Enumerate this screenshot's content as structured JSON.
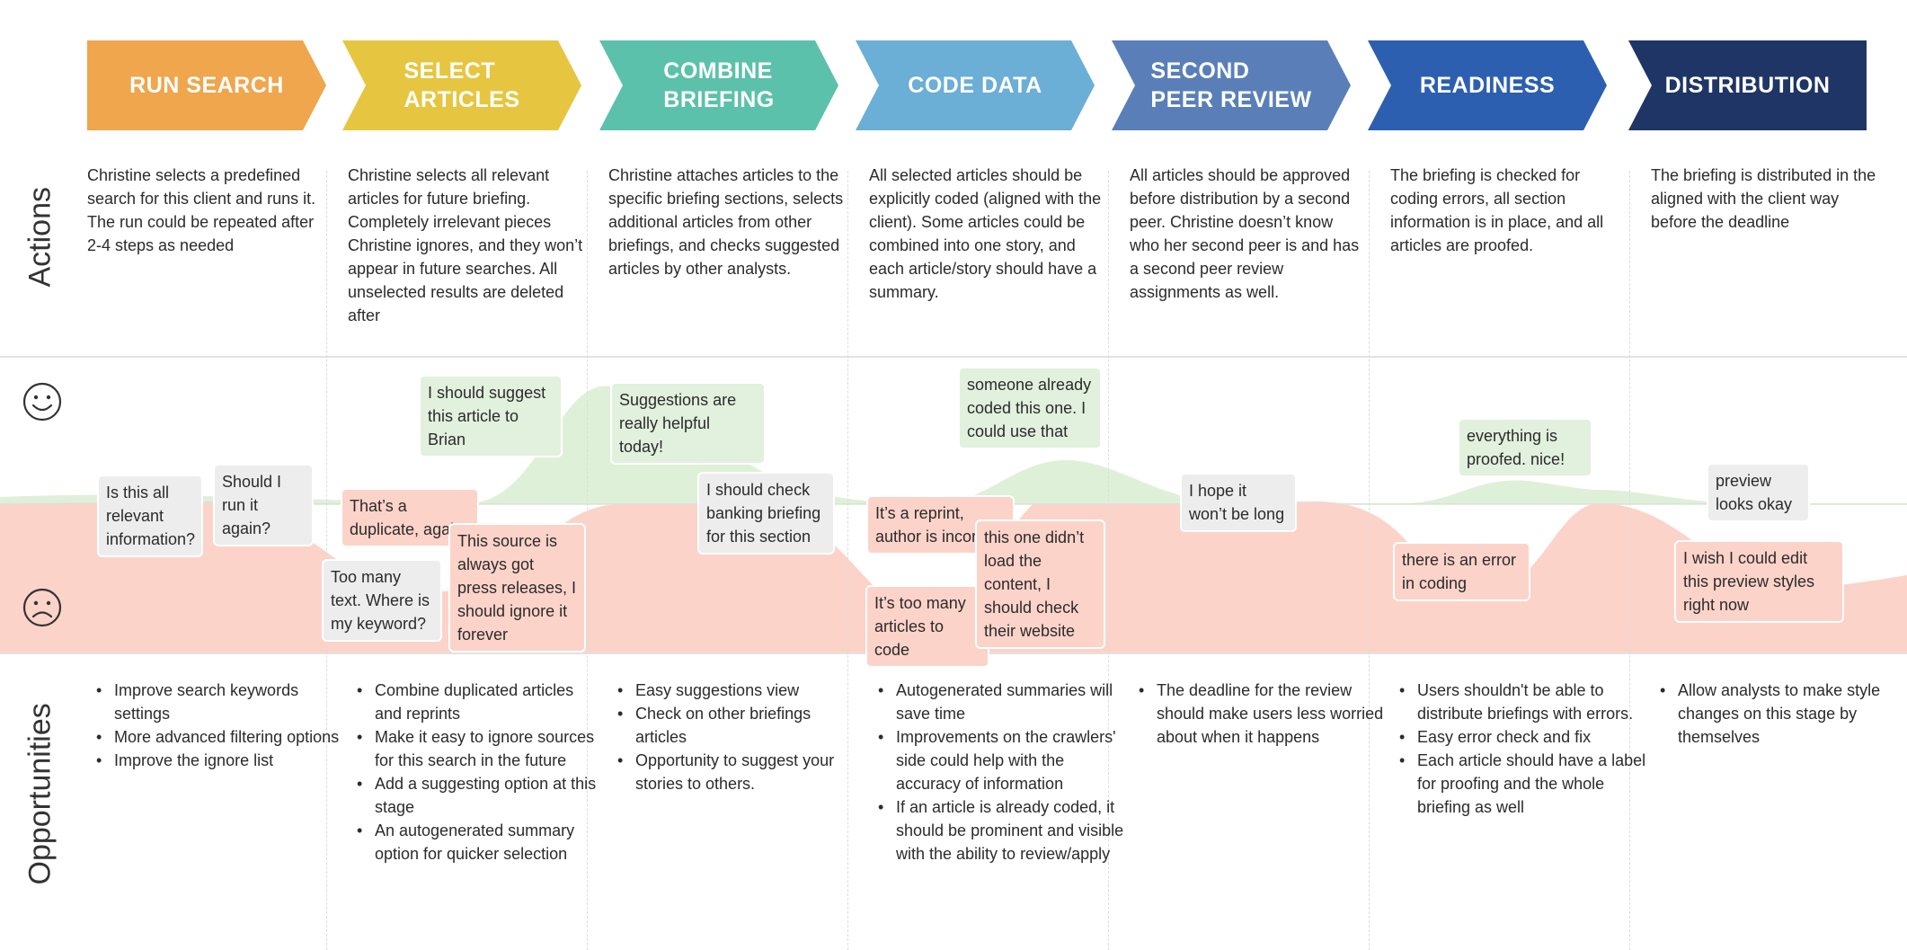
{
  "colors": {
    "run_search": "#efa64d",
    "select_articles": "#e6c640",
    "combine_briefing": "#5cc1aa",
    "code_data": "#6baed6",
    "second_peer_review": "#5a7fb8",
    "readiness": "#2d5fb0",
    "distribution": "#1e3566",
    "positive_area": "#dff0d8",
    "negative_area": "#fcd3c9"
  },
  "row_labels": {
    "actions": "Actions",
    "opportunities": "Opportunities"
  },
  "emotions": {
    "happy_icon": "smiley-face-icon",
    "sad_icon": "frowning-face-icon"
  },
  "stages": [
    {
      "label": "RUN SEARCH",
      "action": "Christine selects a predefined search for this client and runs it. The run could be repeated after 2-4 steps as needed",
      "opportunities": [
        "Improve search keywords settings",
        "More advanced filtering options",
        "Improve the ignore list"
      ]
    },
    {
      "label": "SELECT\nARTICLES",
      "action": "Christine selects all relevant articles for future briefing. Completely irrelevant pieces Christine ignores, and they won’t appear in future searches. All unselected results are deleted after",
      "opportunities": [
        "Combine duplicated articles and reprints",
        "Make it easy to ignore sources for this search in the future",
        "Add a suggesting option at this stage",
        "An autogenerated summary option for quicker selection"
      ]
    },
    {
      "label": "COMBINE\nBRIEFING",
      "action": "Christine attaches articles to the specific briefing sections, selects additional articles from other briefings, and checks suggested articles by other analysts.",
      "opportunities": [
        "Easy suggestions view",
        "Check on other briefings articles",
        "Opportunity to suggest your stories to others."
      ]
    },
    {
      "label": "CODE DATA",
      "action": "All selected articles should be explicitly coded (aligned with the client). Some articles could be combined into one story, and each article/story should have a summary.",
      "opportunities": [
        "Autogenerated summaries will save time",
        "Improvements on the crawlers' side could help with the accuracy of information",
        "If an article is already coded, it should be prominent and visible with the ability to review/apply"
      ]
    },
    {
      "label": "SECOND\nPEER REVIEW",
      "action": "All articles should be approved before distribution by a second peer. Christine doesn’t know who her second peer is and has a second peer review assignments as well.",
      "opportunities": [
        "The deadline for the review should make users less worried about when it happens"
      ]
    },
    {
      "label": "READINESS",
      "action": "The briefing is checked for coding errors, all section information is in place, and all articles are proofed.",
      "opportunities": [
        "Users shouldn't be able to distribute briefings with errors.",
        "Easy error check and fix",
        "Each article should have a label for proofing and the whole briefing as well"
      ]
    },
    {
      "label": "DISTRIBUTION",
      "action": "The briefing is distributed in the aligned with the client way before the deadline",
      "opportunities": [
        "Allow analysts to make style changes on this stage by themselves"
      ]
    }
  ],
  "thoughts": {
    "is_this_all": "Is this all relevant information?",
    "run_again": "Should I run it again?",
    "too_many_text": "Too many text. Where is my keyword?",
    "duplicate": "That’s a duplicate, again!",
    "suggest_brian": "I should suggest this article to Brian",
    "press_releases": "This source is always got press releases, I should ignore it forever",
    "suggestions_helpful": "Suggestions are really helpful today!",
    "check_banking": "I should check banking briefing for this section",
    "already_coded": "someone already coded this one. I could use that",
    "reprint": "It’s a reprint, author is incorrect",
    "too_many_articles": "It’s too many articles to code",
    "didnt_load": "this one didn’t load the content, I should check their website",
    "hope_not_long": "I hope it won’t be long",
    "proofed_nice": "everything is proofed. nice!",
    "error_coding": "there is an error in coding",
    "preview_okay": "preview looks okay",
    "edit_preview": "I wish I could edit this preview styles right now"
  }
}
